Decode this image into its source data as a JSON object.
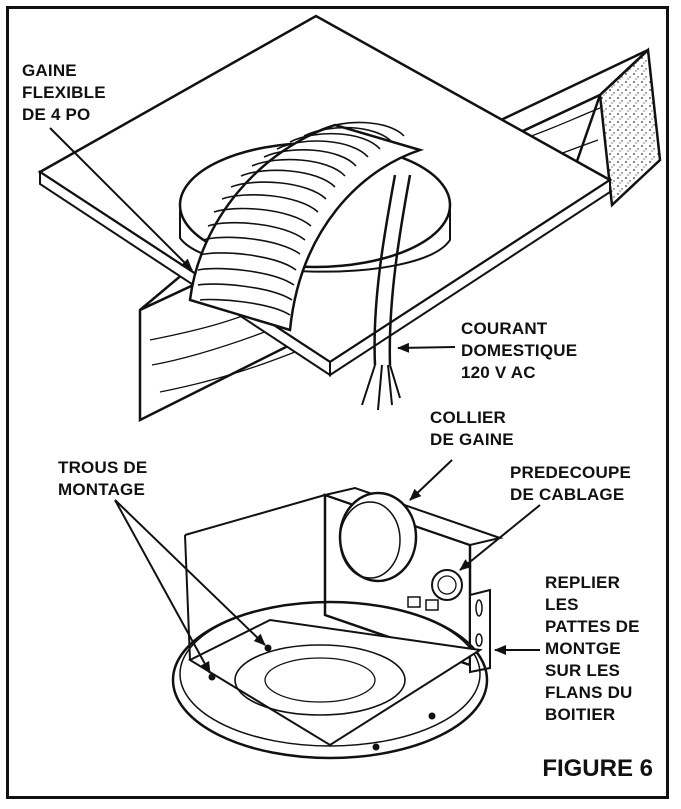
{
  "labels": {
    "gaine_flexible": [
      "GAINE",
      "FLEXIBLE",
      "DE 4 PO"
    ],
    "courant": [
      "COURANT",
      "DOMESTIQUE",
      "120 V AC"
    ],
    "collier": [
      "COLLIER",
      "DE GAINE"
    ],
    "trous": [
      "TROUS DE",
      "MONTAGE"
    ],
    "predecoupe": [
      "PREDECOUPE",
      "DE CABLAGE"
    ],
    "replier": [
      "REPLIER",
      "LES",
      "PATTES DE",
      "MONTGE",
      "SUR LES",
      "FLANS DU",
      "BOITIER"
    ]
  },
  "figure_title": "FIGURE 6"
}
